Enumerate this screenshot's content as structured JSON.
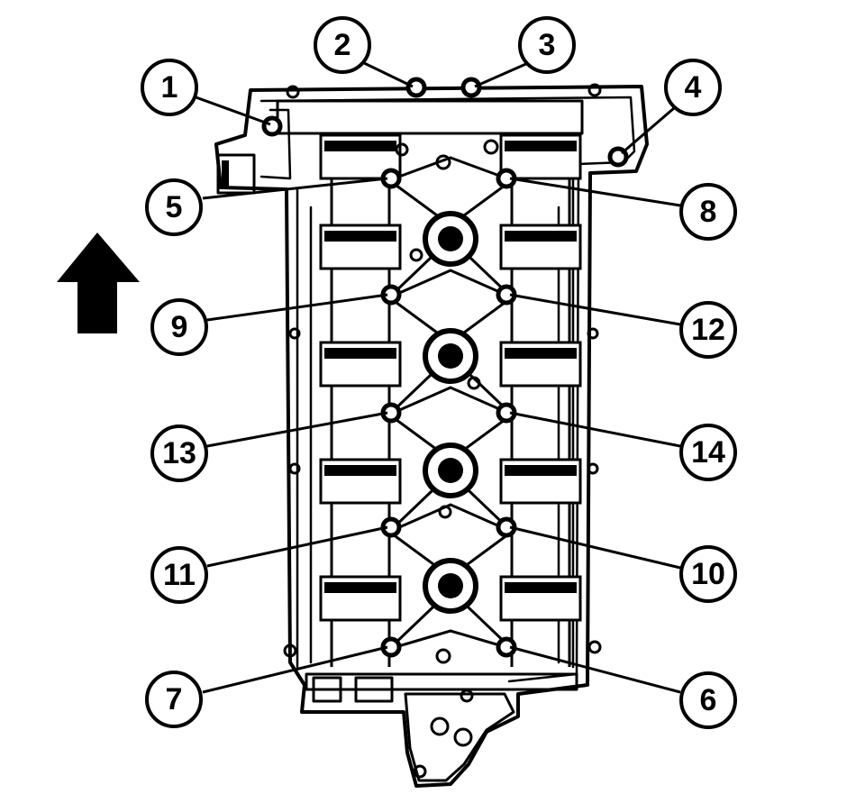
{
  "diagram": {
    "callouts": [
      "1",
      "2",
      "3",
      "4",
      "5",
      "8",
      "9",
      "12",
      "13",
      "14",
      "11",
      "10",
      "7",
      "6"
    ],
    "direction_arrow": "up-arrow-icon",
    "colors": {
      "ink": "#000000",
      "paper": "#ffffff"
    }
  }
}
